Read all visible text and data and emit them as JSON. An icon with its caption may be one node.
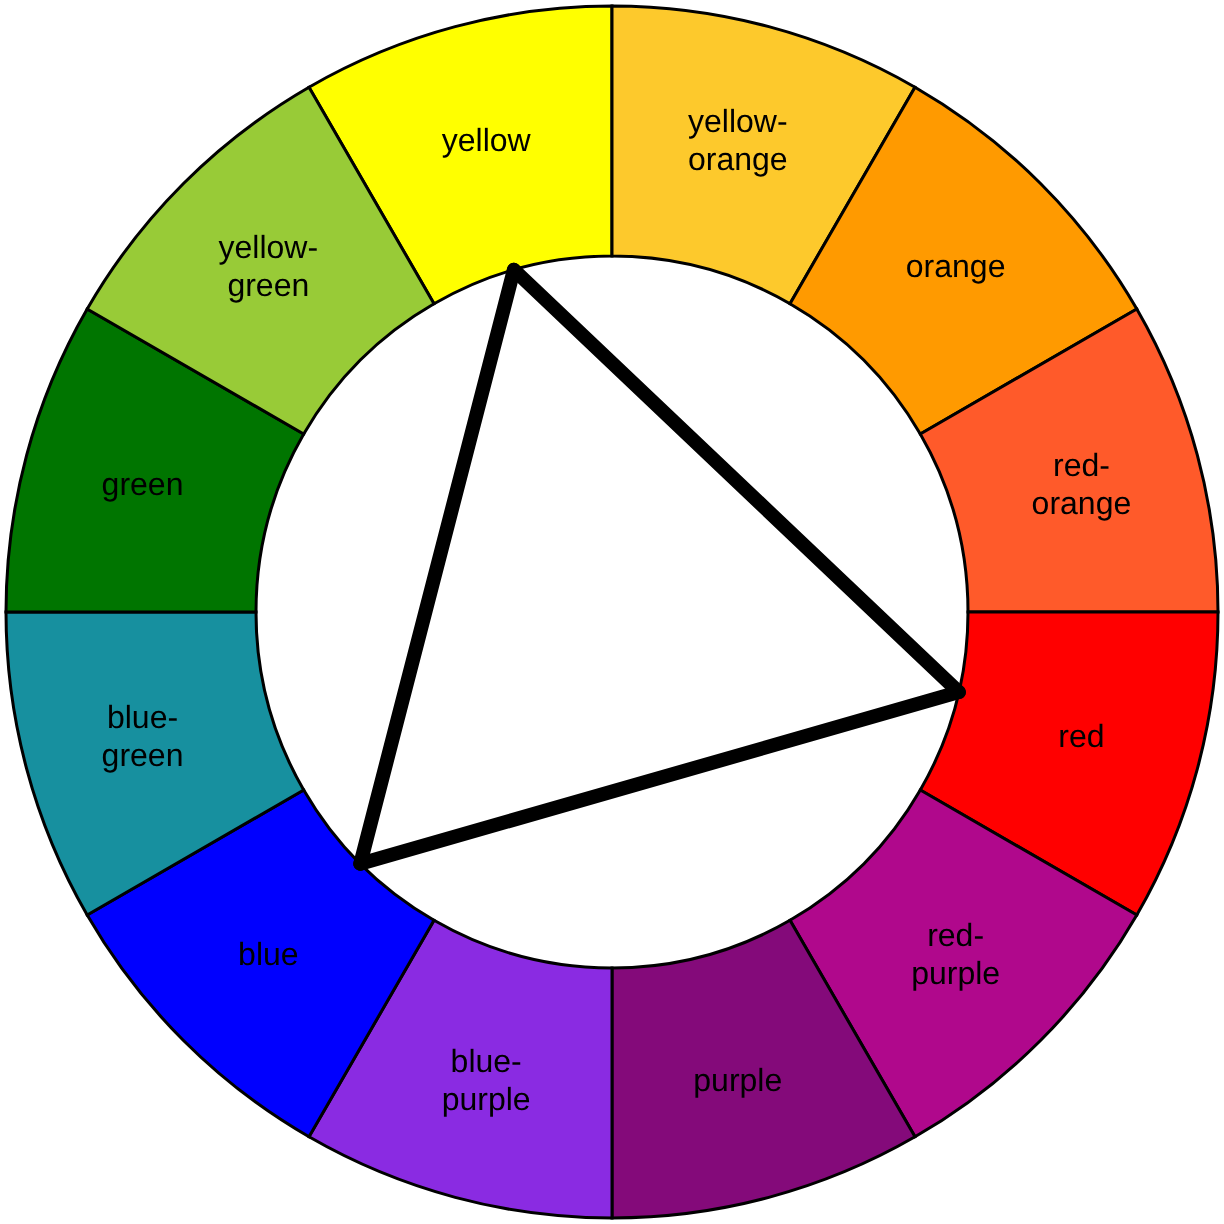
{
  "diagram": {
    "nodes": [
      {
        "text": [
          "yellow"
        ]
      },
      {
        "text": [
          "yellow-orange"
        ]
      },
      {
        "text": [
          "orange"
        ]
      },
      {
        "text": [
          "red-orange"
        ]
      },
      {
        "text": [
          "red"
        ]
      },
      {
        "text": [
          "red-purple"
        ]
      },
      {
        "text": [
          "purple"
        ]
      },
      {
        "text": [
          "blue-purple"
        ]
      },
      {
        "text": [
          "blue"
        ]
      },
      {
        "text": [
          "blue-green"
        ]
      },
      {
        "text": [
          "green"
        ]
      },
      {
        "text": [
          "yellow-green"
        ]
      }
    ],
    "edges": [
      {
        "from": 0,
        "to": 4,
        "arrow": "none"
      },
      {
        "from": 4,
        "to": 8,
        "arrow": "none"
      },
      {
        "from": 8,
        "to": 0,
        "arrow": "none"
      }
    ]
  }
}
